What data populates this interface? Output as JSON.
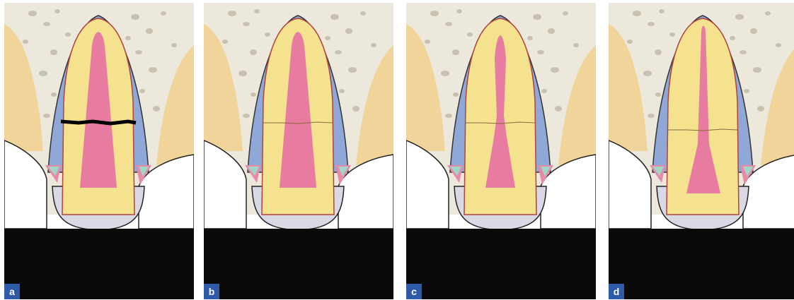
{
  "panels": [
    {
      "label": "a",
      "stage": "fracture"
    },
    {
      "label": "b",
      "stage": "healing"
    },
    {
      "label": "c",
      "stage": "healed"
    },
    {
      "label": "d",
      "stage": "healed-narrowed"
    }
  ],
  "colors": {
    "bone": "#ede8dc",
    "trabecular": "#c9c1b0",
    "membrane": "#8fa8d8",
    "root": "#f5e28f",
    "pulp": "#e77ca0",
    "crown_edge": "#d9d9e6",
    "gingiva_pink": "#e88aa7",
    "gingiva_green": "#9fd6c6",
    "adjacent_tooth": "#f0d49a",
    "background_dark": "#0a0a0a",
    "label_bg": "#2f5aa8"
  }
}
